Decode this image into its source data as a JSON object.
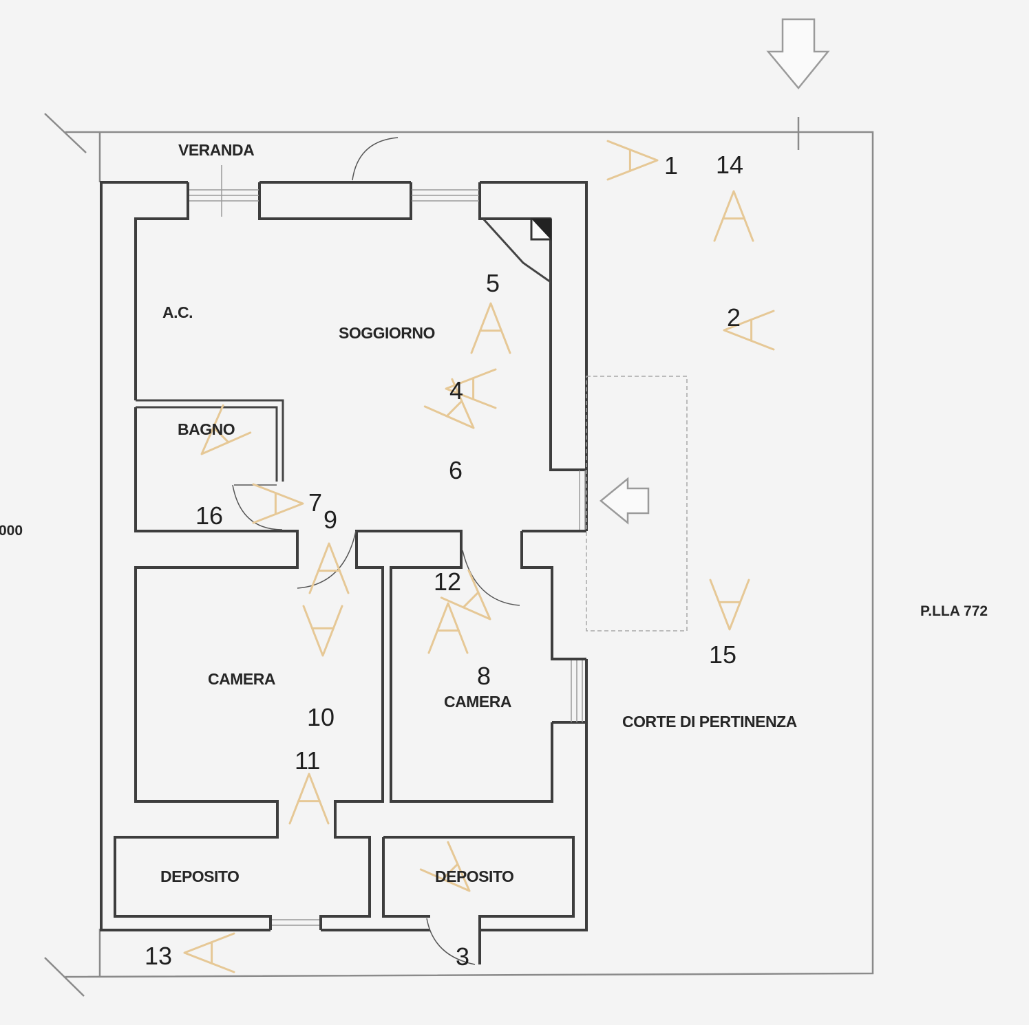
{
  "rooms": {
    "veranda": "VERANDA",
    "ac": "A.C.",
    "soggiorno": "SOGGIORNO",
    "bagno": "BAGNO",
    "camera_left": "CAMERA",
    "camera_right": "CAMERA",
    "deposito_left": "DEPOSITO",
    "deposito_right": "DEPOSITO",
    "corte": "CORTE DI PERTINENZA"
  },
  "parcel": "P.LLA 772",
  "left_edge_fragment": "000",
  "photo_points": [
    "1",
    "2",
    "3",
    "4",
    "5",
    "6",
    "7",
    "8",
    "9",
    "10",
    "11",
    "12",
    "13",
    "14",
    "15",
    "16"
  ],
  "colors": {
    "walls": "#3d3d3d",
    "camera_markers": "#e6c896",
    "background": "#f4f4f4"
  },
  "icons": [
    "entry-arrow-down-icon",
    "entry-arrow-left-icon",
    "corner-column-icon",
    "camera-viewpoint-icon"
  ]
}
